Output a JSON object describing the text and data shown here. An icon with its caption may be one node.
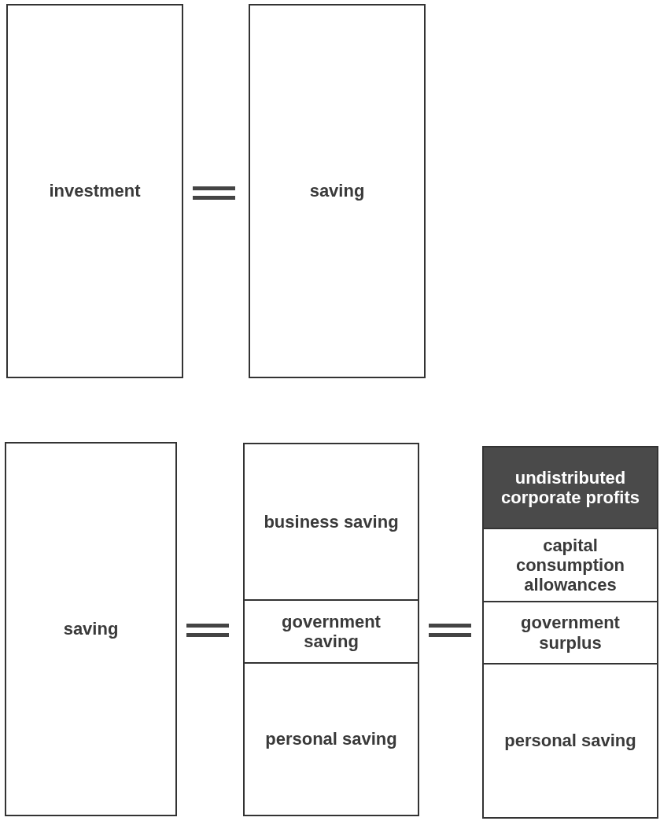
{
  "diagram": {
    "nodes": [
      {
        "text": [
          "investment"
        ]
      },
      {
        "text": [
          "saving"
        ]
      },
      {
        "text": [
          "saving"
        ]
      },
      {
        "text": [
          "business saving"
        ]
      },
      {
        "text": [
          "government saving"
        ]
      },
      {
        "text": [
          "personal saving"
        ]
      },
      {
        "text": [
          "undistributed corporate profits"
        ]
      },
      {
        "text": [
          "capital consumption allowances"
        ]
      },
      {
        "text": [
          "government surplus"
        ]
      },
      {
        "text": [
          "personal saving"
        ]
      }
    ]
  }
}
